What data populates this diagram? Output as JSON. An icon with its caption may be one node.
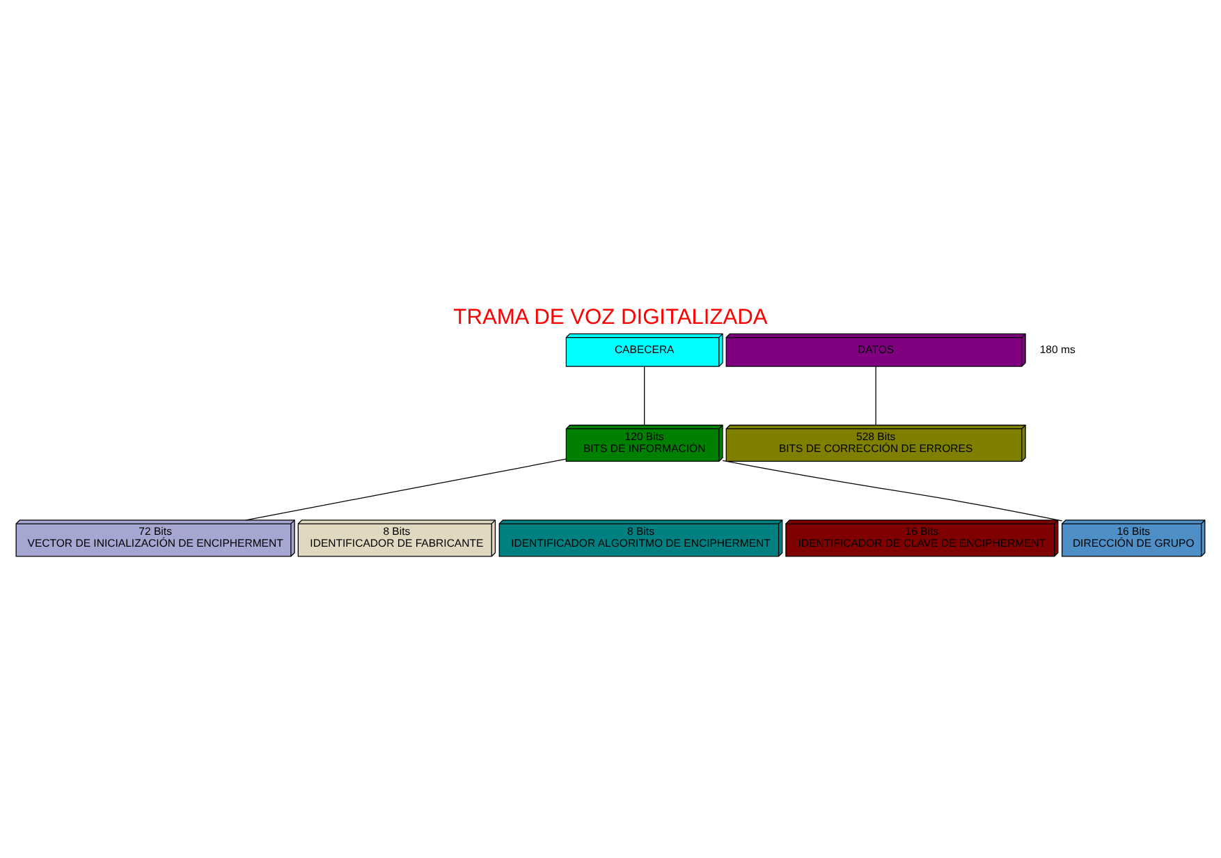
{
  "diagram": {
    "title": "TRAMA DE VOZ DIGITALIZADA",
    "nodes": [
      {
        "text": [
          "CABECERA"
        ]
      },
      {
        "text": [
          "DATOS"
        ]
      },
      {
        "text": [
          "120 Bits",
          "BITS DE INFORMACIÓN"
        ]
      },
      {
        "text": [
          "528 Bits",
          "BITS DE CORRECCIÓN DE ERRORES"
        ]
      },
      {
        "text": [
          "72 Bits",
          "VECTOR DE INICIALIZACIÓN DE ENCIPHERMENT"
        ]
      },
      {
        "text": [
          "8 Bits",
          "IDENTIFICADOR DE FABRICANTE"
        ]
      },
      {
        "text": [
          "8 Bits",
          "IDENTIFICADOR ALGORITMO DE ENCIPHERMENT"
        ]
      },
      {
        "text": [
          "16 Bits",
          "IDENTIFICADOR DE CLAVE DE ENCIPHERMENT"
        ]
      },
      {
        "text": [
          "16 Bits",
          "DIRECCIÓN DE GRUPO"
        ]
      }
    ],
    "edges": [
      {
        "from": 0,
        "to": 2,
        "arrow": "none"
      },
      {
        "from": 1,
        "to": 3,
        "arrow": "none"
      },
      {
        "from": 2,
        "to": 4,
        "arrow": "none"
      },
      {
        "from": 2,
        "to": 8,
        "arrow": "none"
      }
    ],
    "labels": [
      "180 ms"
    ]
  }
}
